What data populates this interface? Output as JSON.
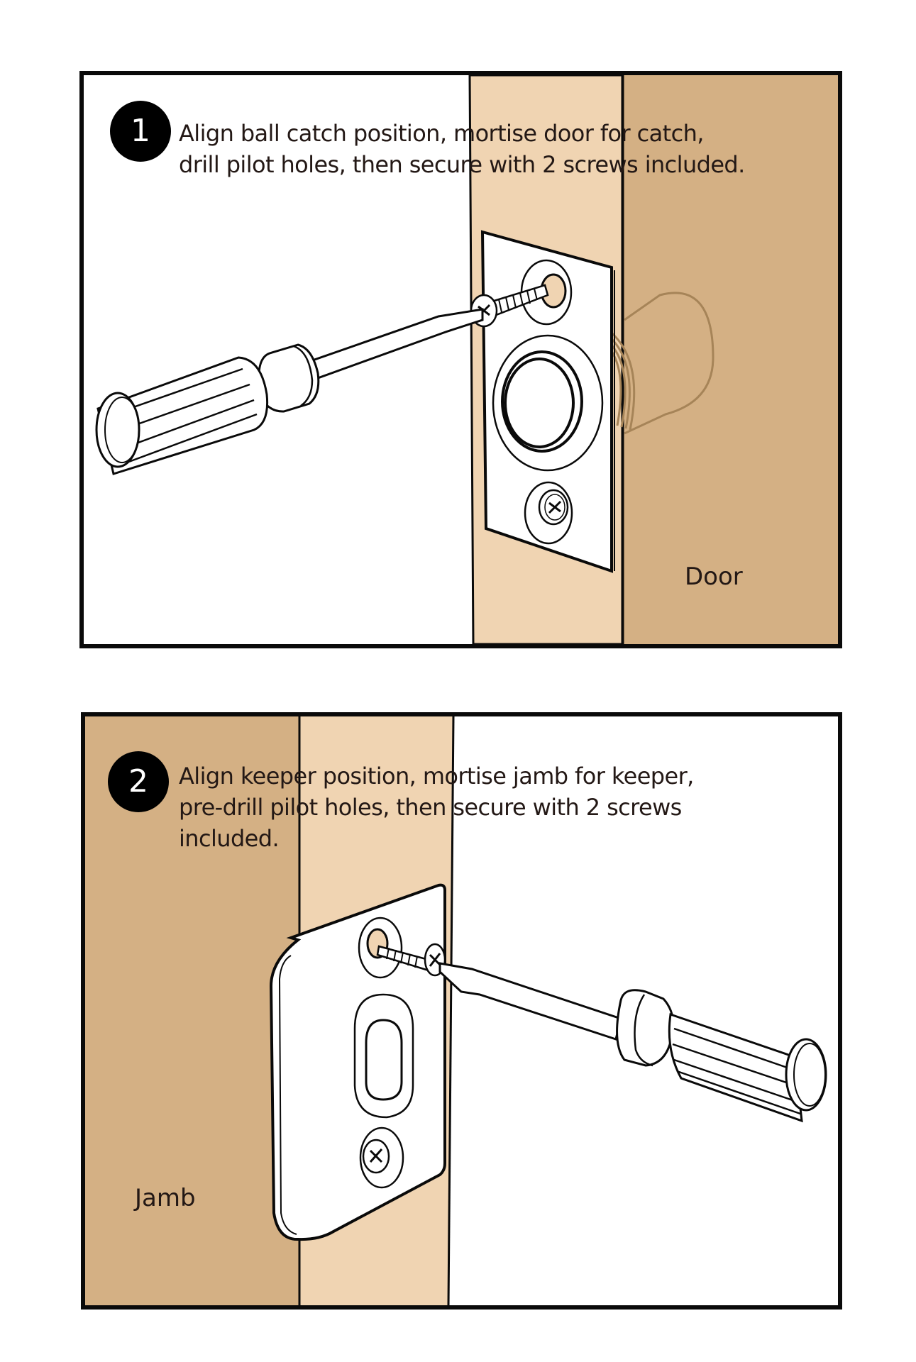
{
  "colors": {
    "frame": "#0a0a0a",
    "light_wood": "#f0d4b2",
    "dark_wood": "#d4b084",
    "ghost_line": "#a68458",
    "text": "#231815",
    "badge_bg": "#000000",
    "badge_fg": "#ffffff"
  },
  "steps": [
    {
      "number": "1",
      "instruction": "Align ball catch position, mortise door for catch,\ndrill pilot holes, then secure with 2 screws included.",
      "label": "Door",
      "illustration": "ball-catch-plate-on-door-edge-with-screwdriver"
    },
    {
      "number": "2",
      "instruction": "Align keeper position, mortise jamb for keeper,\npre-drill pilot holes, then secure with 2 screws\nincluded.",
      "label": "Jamb",
      "illustration": "keeper-strike-plate-on-jamb-with-screwdriver"
    }
  ]
}
